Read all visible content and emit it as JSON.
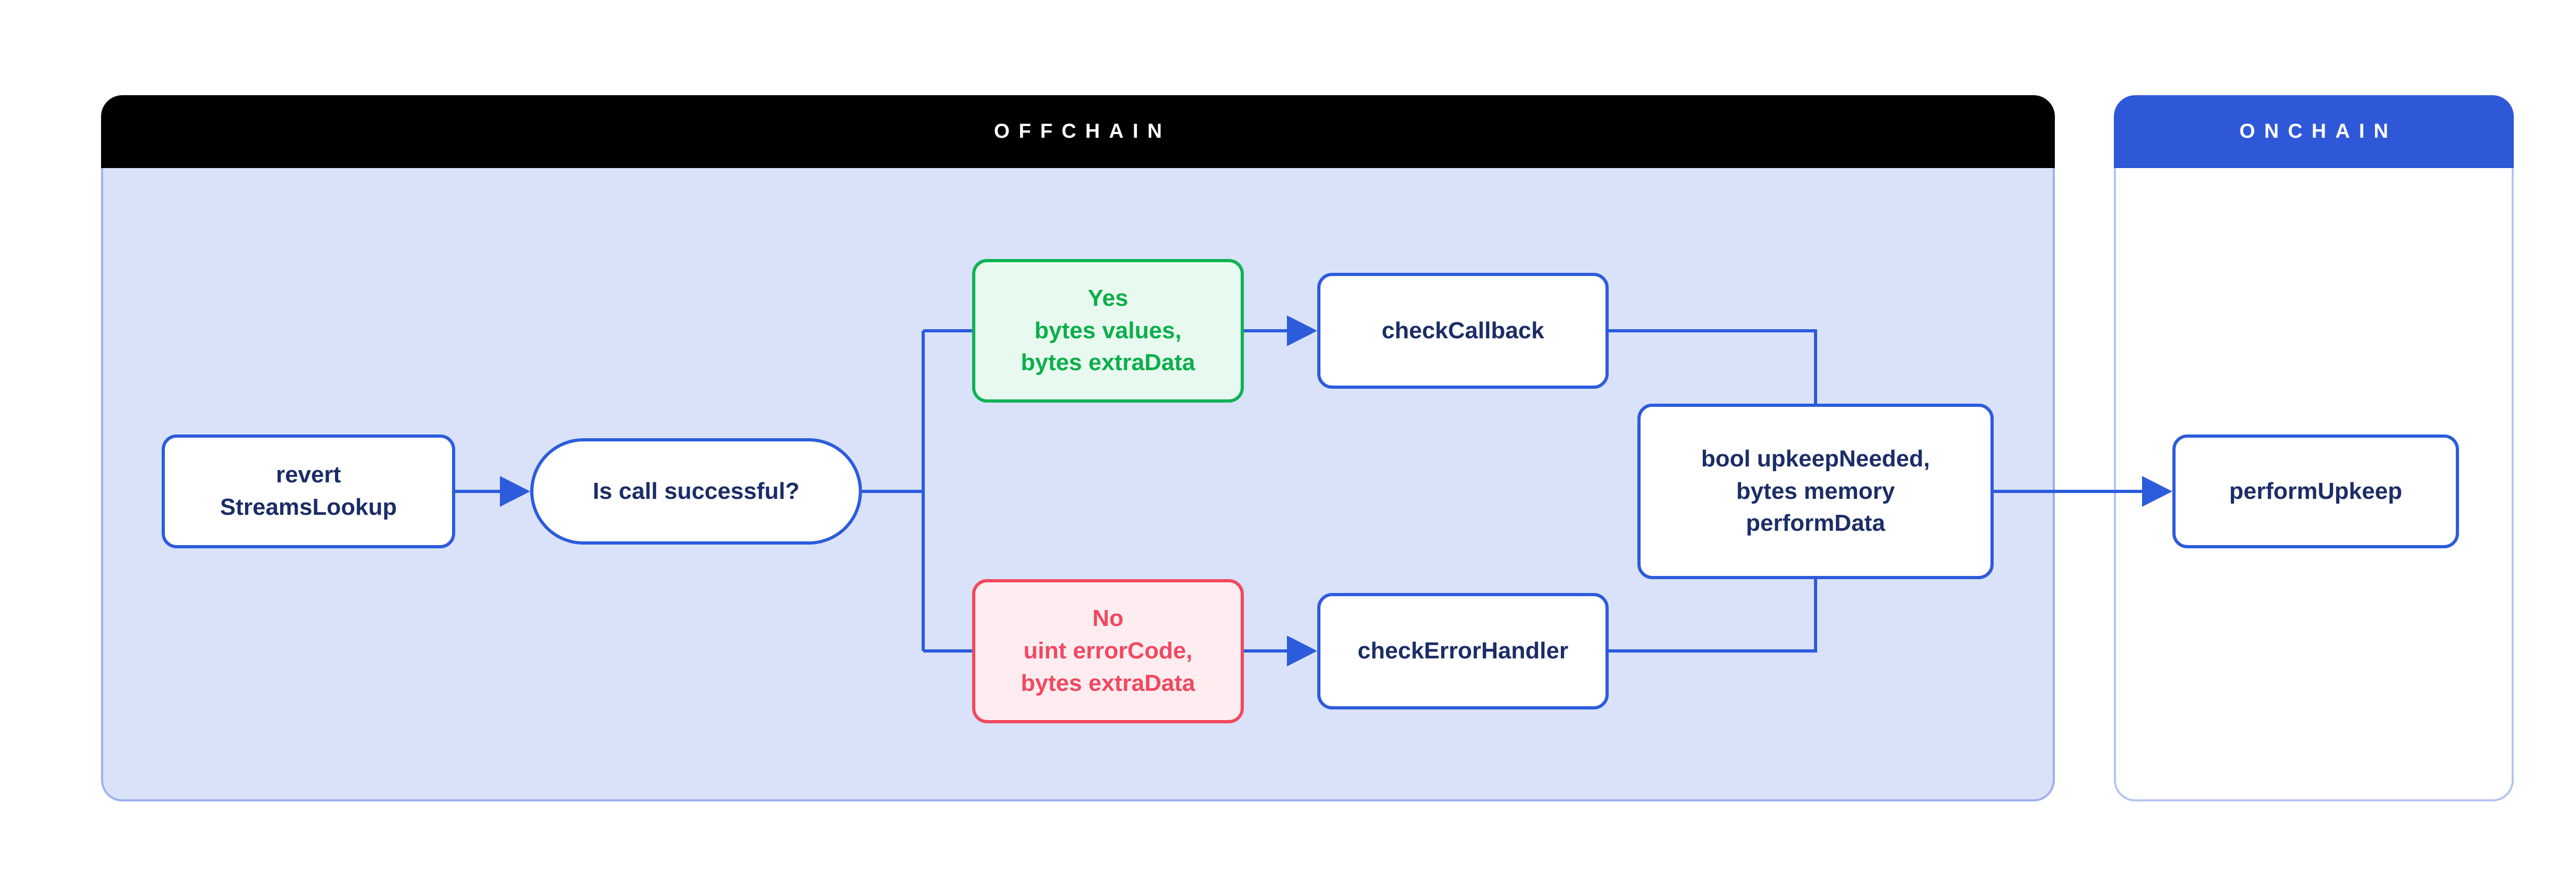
{
  "diagram": {
    "offchain": {
      "title": "OFFCHAIN"
    },
    "onchain": {
      "title": "ONCHAIN"
    },
    "nodes": {
      "revert_streams_lookup": {
        "label": "revert\nStreamsLookup"
      },
      "is_call_successful": {
        "label": "Is call successful?"
      },
      "yes_branch": {
        "label": "Yes\nbytes values,\nbytes extraData"
      },
      "no_branch": {
        "label": "No\nuint errorCode,\nbytes extraData"
      },
      "check_callback": {
        "label": "checkCallback"
      },
      "check_error_handler": {
        "label": "checkErrorHandler"
      },
      "upkeep_result": {
        "label": "bool upkeepNeeded,\nbytes memory\nperformData"
      },
      "perform_upkeep": {
        "label": "performUpkeep"
      }
    },
    "colors": {
      "accent_blue": "#2C5CDC",
      "navy_text": "#1B2D66",
      "offchain_header_bg": "#000000",
      "offchain_body_bg": "#D9E2F8",
      "onchain_header_bg": "#2F58D8",
      "container_border": "#9DB1F0",
      "success_green": "#0FB254",
      "success_green_bg": "#E8FAF0",
      "error_red": "#F2485F",
      "error_red_bg": "#FDEDF0"
    }
  }
}
